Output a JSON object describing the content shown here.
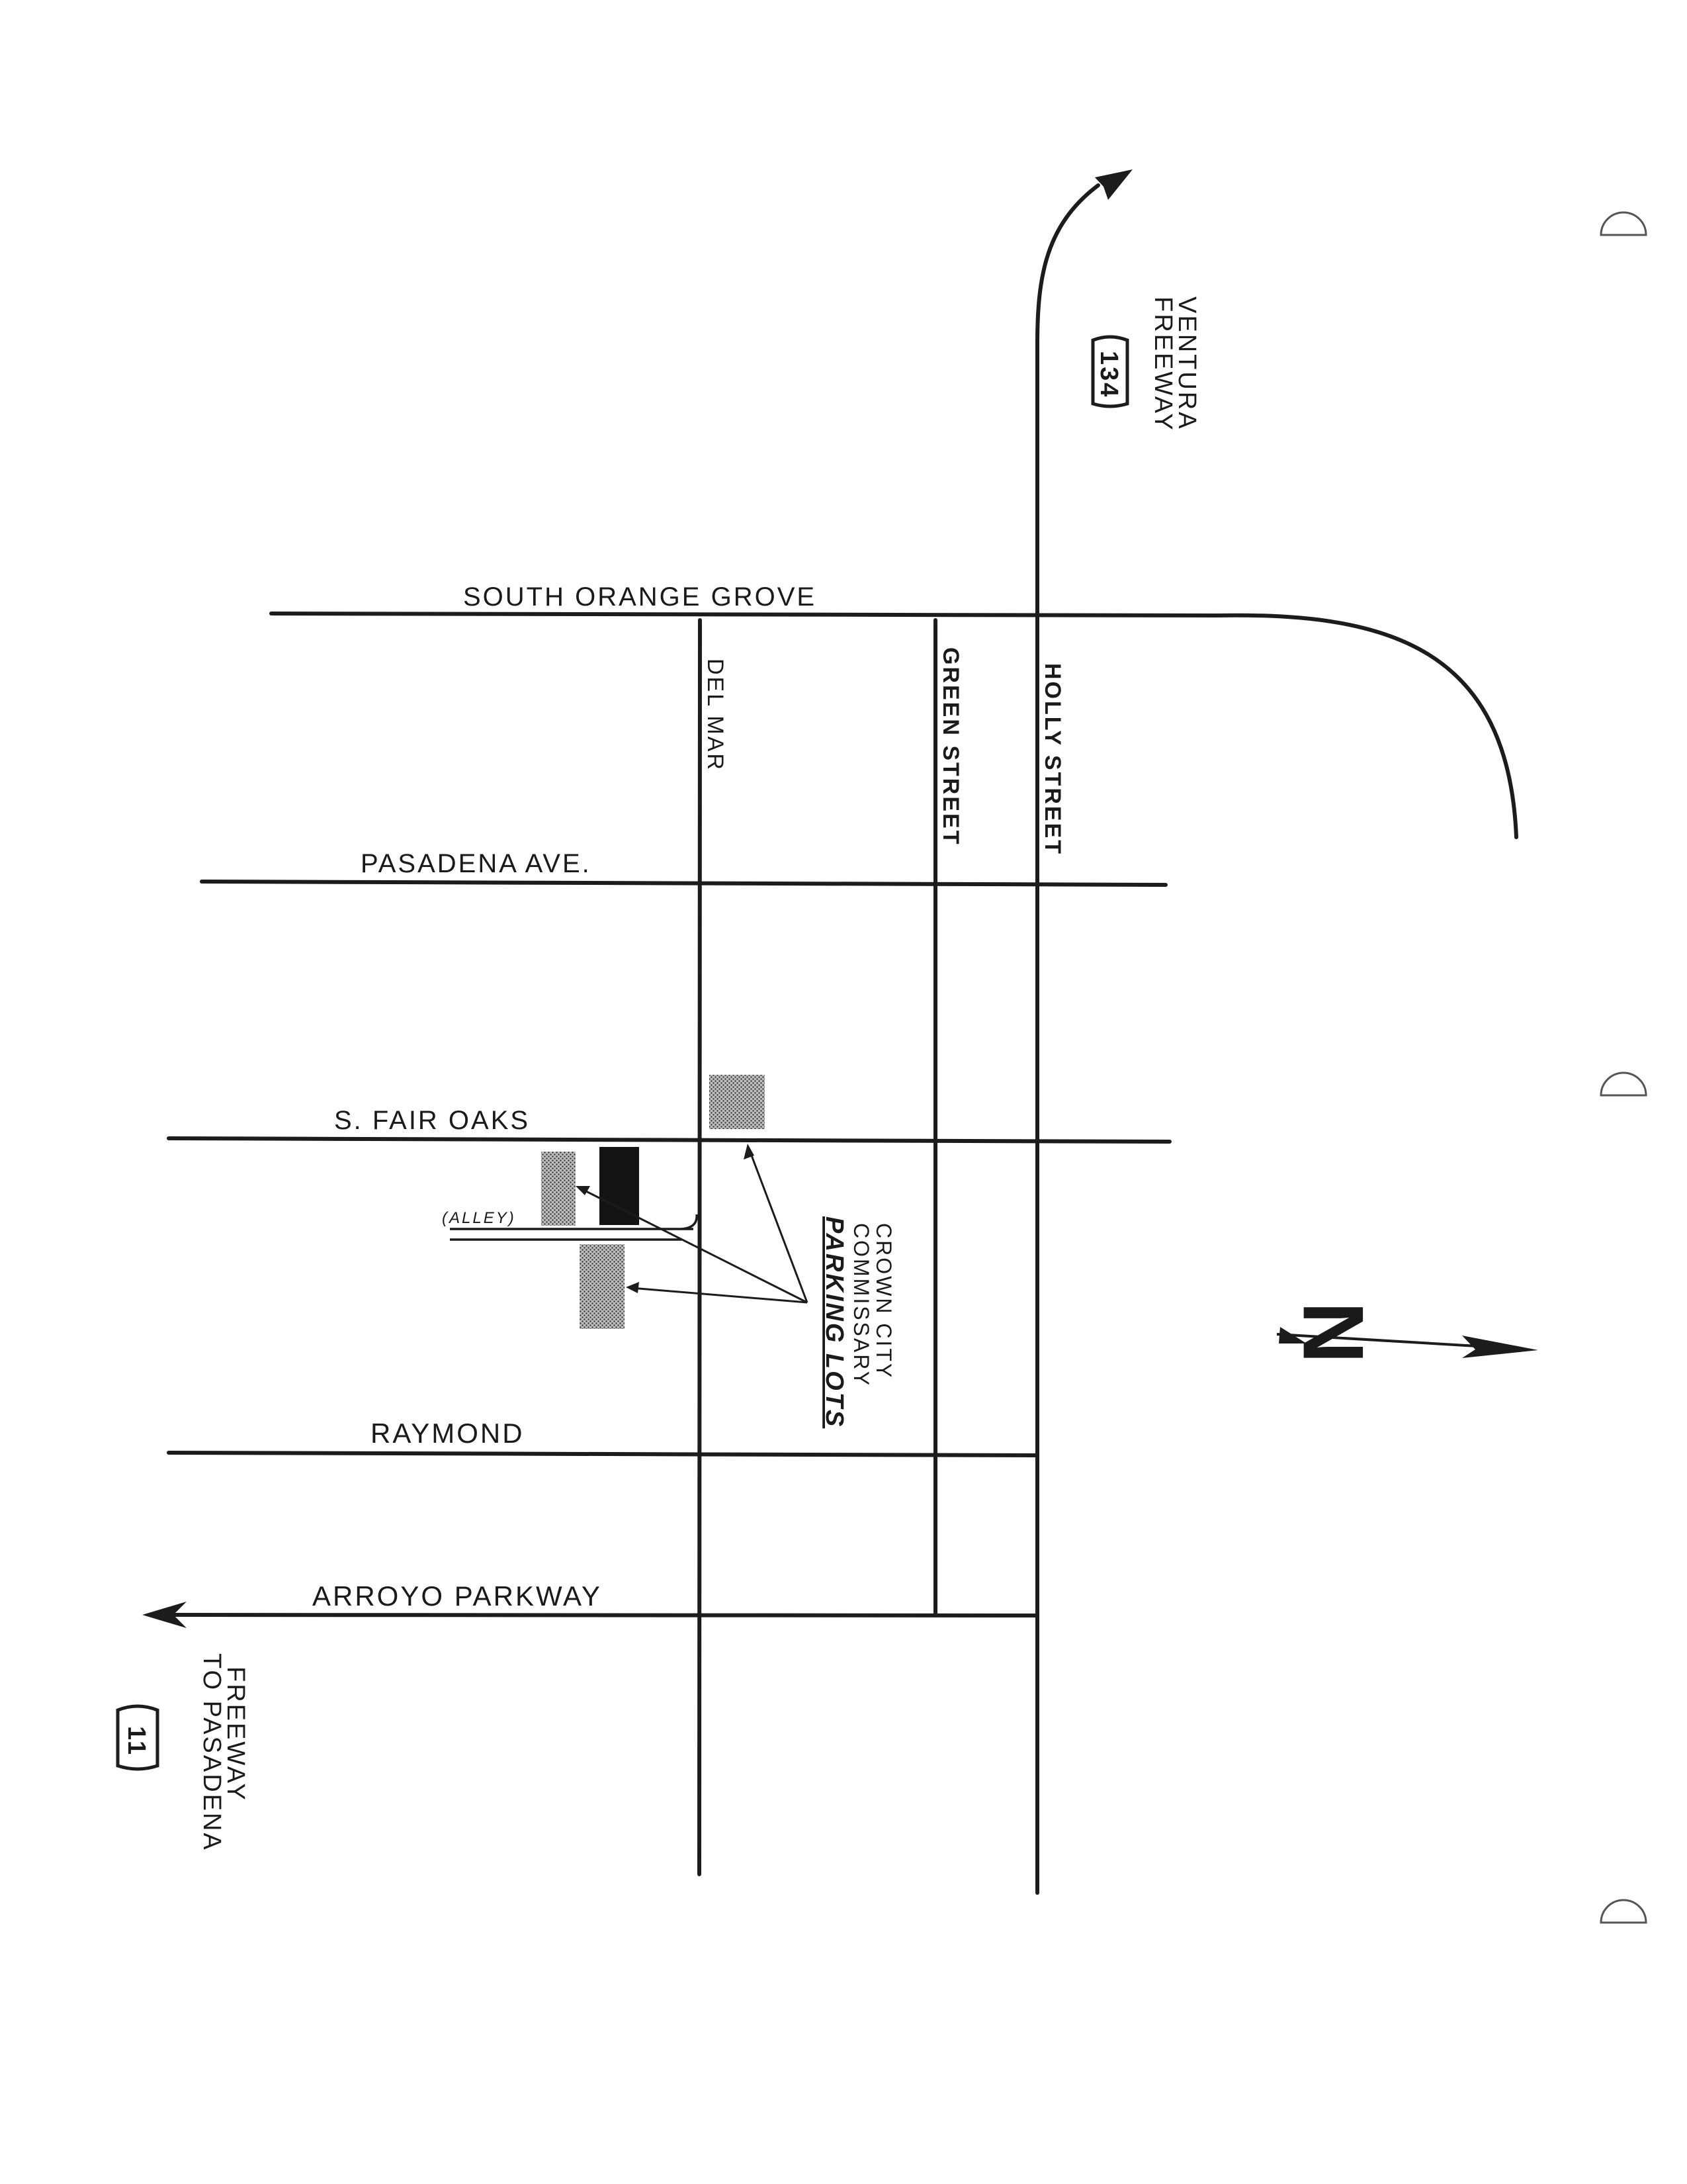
{
  "streets": {
    "south_orange_grove": "SOUTH ORANGE GROVE",
    "pasadena_ave": "PASADENA AVE.",
    "fair_oaks": "S. FAIR OAKS",
    "raymond": "RAYMOND",
    "arroyo_parkway": "ARROYO PARKWAY",
    "del_mar": "DEL MAR",
    "green_street": "GREEN STREET",
    "holly_street": "HOLLY STREET",
    "alley": "(ALLEY)"
  },
  "freeways": {
    "ventura": {
      "line1": "VENTURA",
      "line2": "FREEWAY",
      "shield": "134"
    },
    "pasadena": {
      "line1": "TO PASADENA",
      "line2": "FREEWAY",
      "shield": "11"
    }
  },
  "lots_label": {
    "line1": "CROWN CITY",
    "line2": "COMMISSARY",
    "line3": "PARKING LOTS"
  },
  "compass": {
    "letter": "N"
  },
  "colors": {
    "ink": "#1c1c1c",
    "lot_shade": "#9a9a9a",
    "lot_dark": "#141414"
  }
}
